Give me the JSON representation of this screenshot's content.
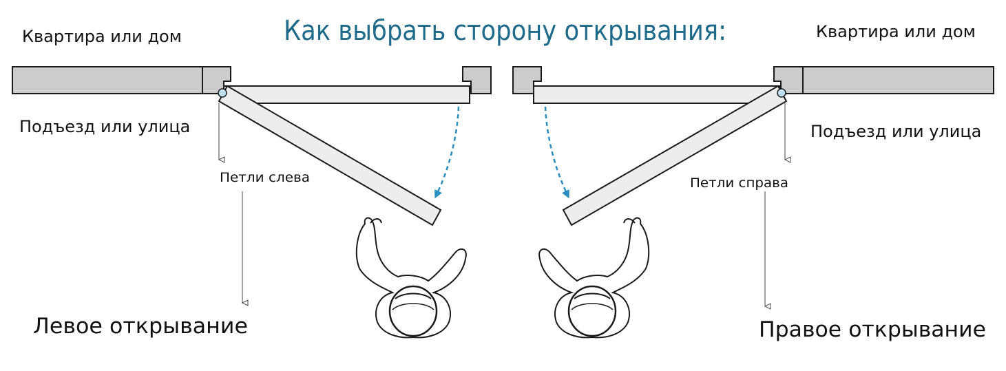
{
  "title": "Как выбрать сторону открывания:",
  "left_panel": {
    "top_label": "Квартира или дом",
    "bottom_label": "Подъезд или улица",
    "hinge_label": "Петли слева",
    "caption": "Левое открывание"
  },
  "right_panel": {
    "top_label": "Квартира или дом",
    "bottom_label": "Подъезд или улица",
    "hinge_label": "Петли справа",
    "caption": "Правое открывание"
  },
  "colors": {
    "title": "#1d6a8a",
    "wall_fill": "#cccccc",
    "door_fill": "#ededed",
    "stroke": "#1a1a1a",
    "arrow": "#2a8fc0",
    "hinge_fill": "#bfe0ef"
  }
}
